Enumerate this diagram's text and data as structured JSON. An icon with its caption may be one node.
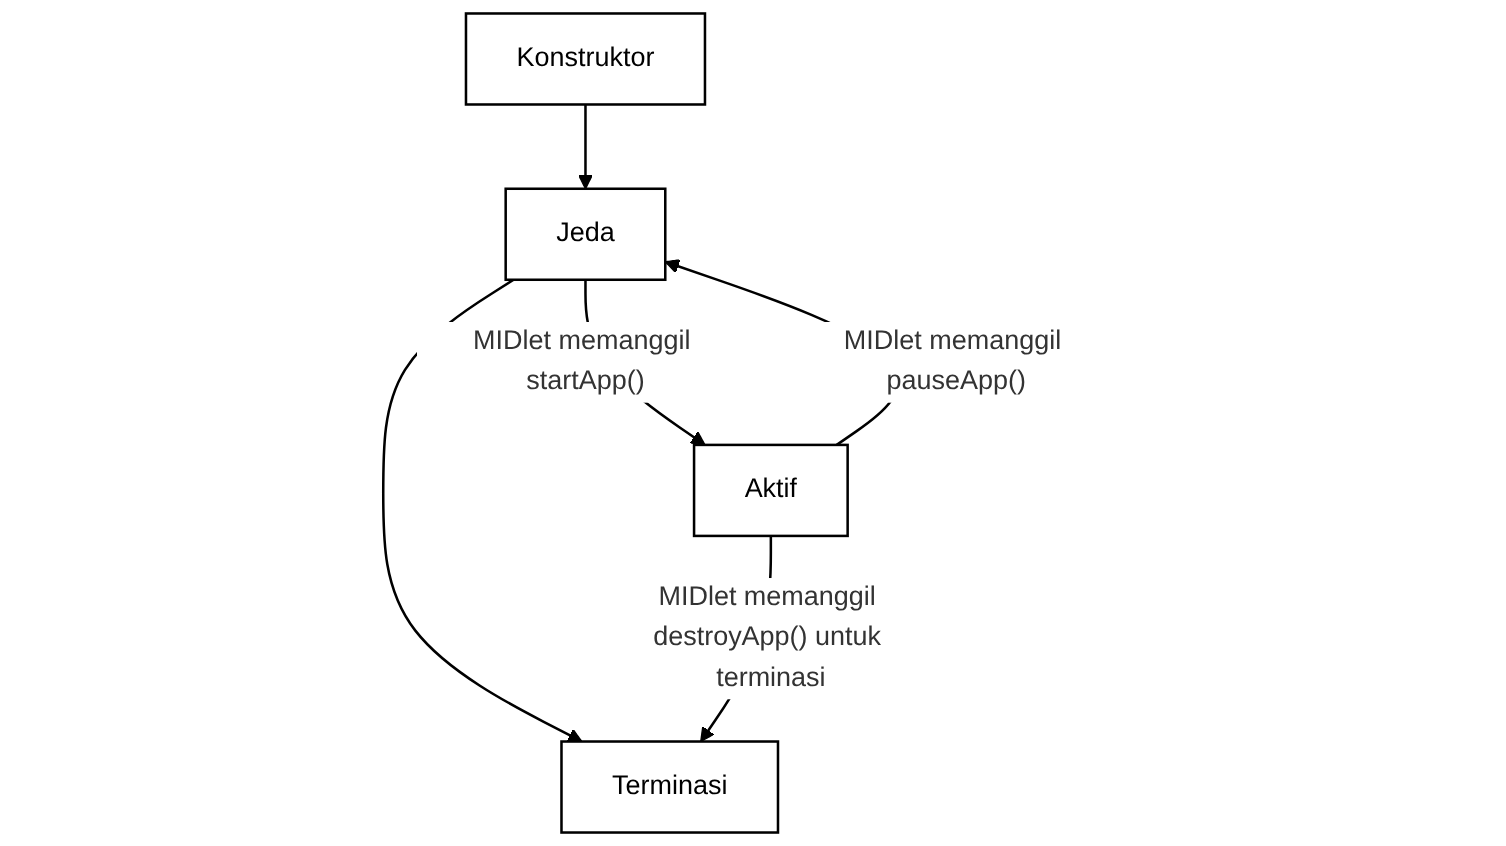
{
  "diagram": {
    "nodes": [
      {
        "text": [
          "Konstruktor"
        ]
      },
      {
        "text": [
          "Jeda"
        ]
      },
      {
        "text": [
          "Aktif"
        ]
      },
      {
        "text": [
          "Terminasi"
        ]
      }
    ],
    "edges": [
      {
        "from": 0,
        "to": 1,
        "arrow": "to"
      },
      {
        "from": 1,
        "to": 2,
        "arrow": "to",
        "label": "MIDlet memanggil startApp()"
      },
      {
        "from": 2,
        "to": 1,
        "arrow": "to",
        "label": "MIDlet memanggil pauseApp()"
      },
      {
        "from": 1,
        "to": 3,
        "arrow": "to"
      },
      {
        "from": 2,
        "to": 3,
        "arrow": "to",
        "label": "MIDlet memanggil destroyApp() untuk terminasi"
      }
    ]
  }
}
